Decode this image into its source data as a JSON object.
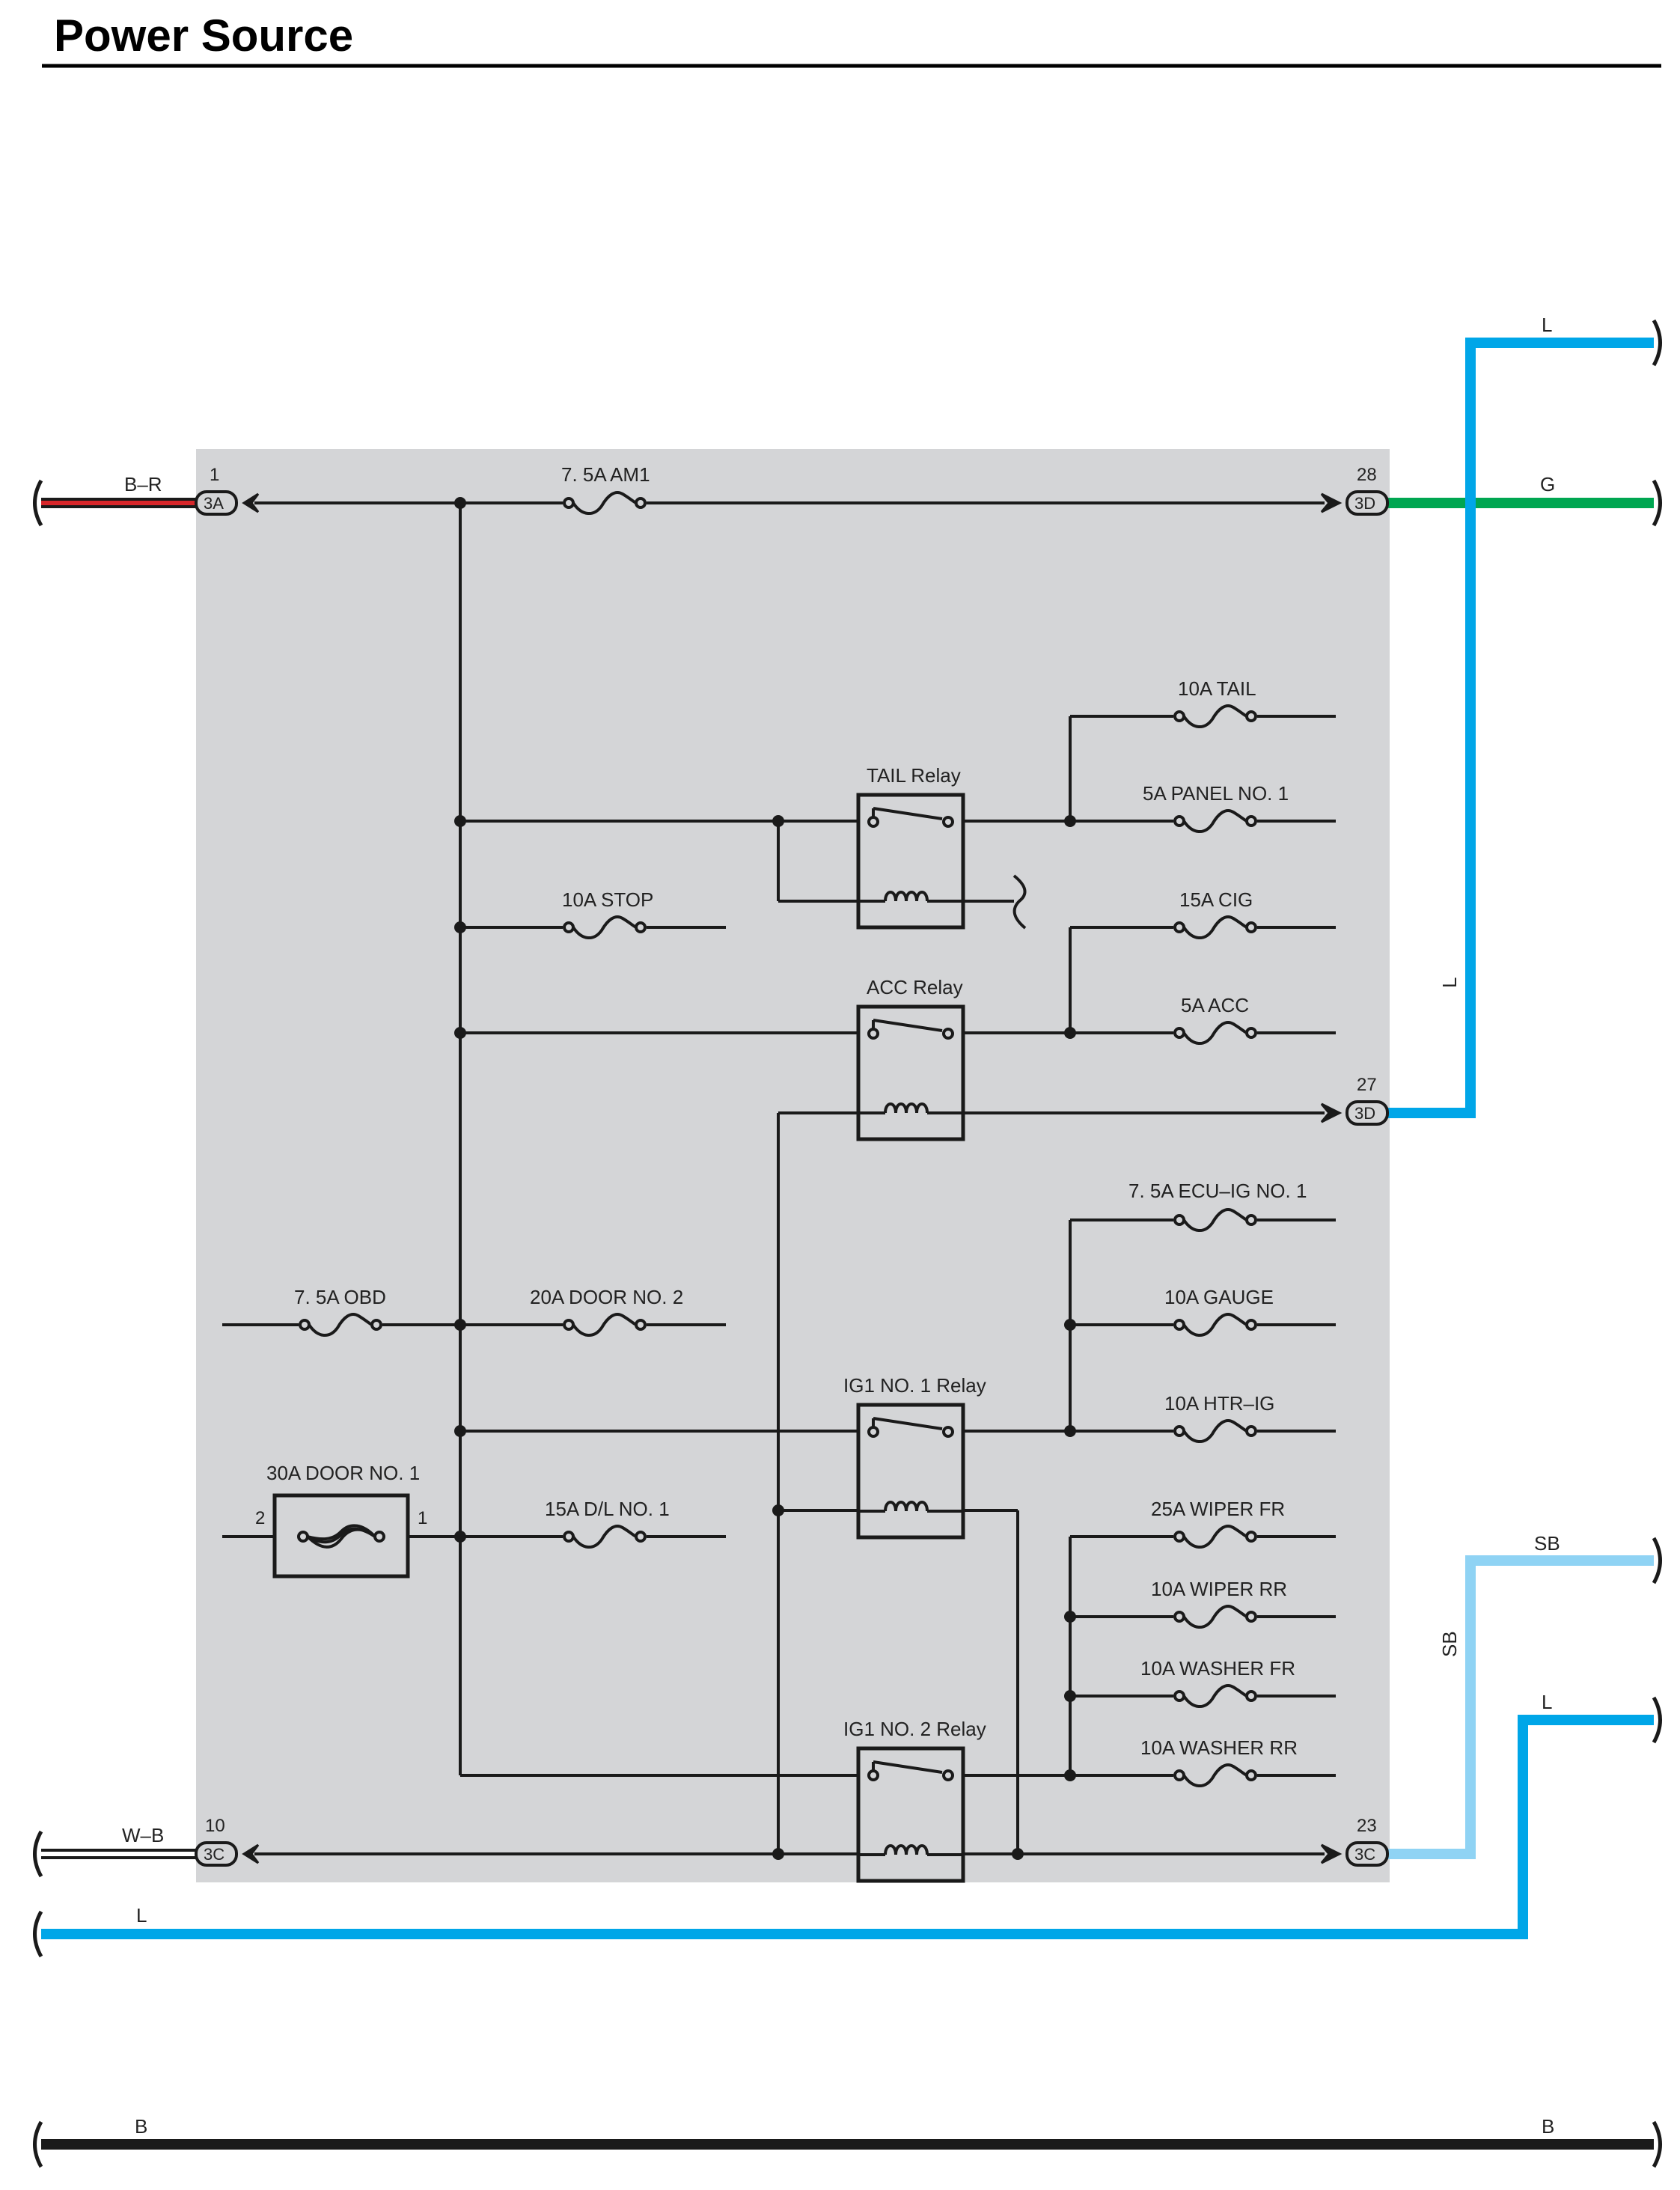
{
  "title": "Power Source",
  "colors": {
    "box_fill": "#d4d5d7",
    "wire_L": "#00a6e8",
    "wire_G": "#00a651",
    "wire_SB": "#8fd3f4",
    "wire_B": "#1a1a1a",
    "wire_BR_red": "#d7262a",
    "wire_WB": "#ffffff"
  },
  "connectors": {
    "c3A_1": {
      "pin": "1",
      "code": "3A"
    },
    "c3D_28": {
      "pin": "28",
      "code": "3D"
    },
    "c3D_27": {
      "pin": "27",
      "code": "3D"
    },
    "c3C_10": {
      "pin": "10",
      "code": "3C"
    },
    "c3C_23": {
      "pin": "23",
      "code": "3C"
    }
  },
  "fuses": {
    "am1": "7. 5A AM1",
    "tail": "10A TAIL",
    "panel": "5A PANEL NO. 1",
    "stop": "10A STOP",
    "cig": "15A CIG",
    "acc": "5A ACC",
    "ecu_ig": "7. 5A ECU–IG NO. 1",
    "obd": "7. 5A OBD",
    "door2": "20A DOOR NO. 2",
    "gauge": "10A GAUGE",
    "htr_ig": "10A HTR–IG",
    "door1": "30A DOOR NO. 1",
    "door1_pin_left": "2",
    "door1_pin_right": "1",
    "dl1": "15A D/L NO. 1",
    "wiper_fr": "25A WIPER FR",
    "wiper_rr": "10A WIPER RR",
    "washer_fr": "10A WASHER FR",
    "washer_rr": "10A WASHER RR"
  },
  "relays": {
    "tail": "TAIL Relay",
    "acc": "ACC Relay",
    "ig1_1": "IG1 NO. 1 Relay",
    "ig1_2": "IG1 NO. 2 Relay"
  },
  "wires": {
    "br": "B–R",
    "wb": "W–B",
    "l_top": "L",
    "g": "G",
    "l_vertical": "L",
    "sb_top": "SB",
    "sb_vertical": "SB",
    "l_right": "L",
    "l_bottom": "L",
    "b_left": "B",
    "b_right": "B"
  }
}
